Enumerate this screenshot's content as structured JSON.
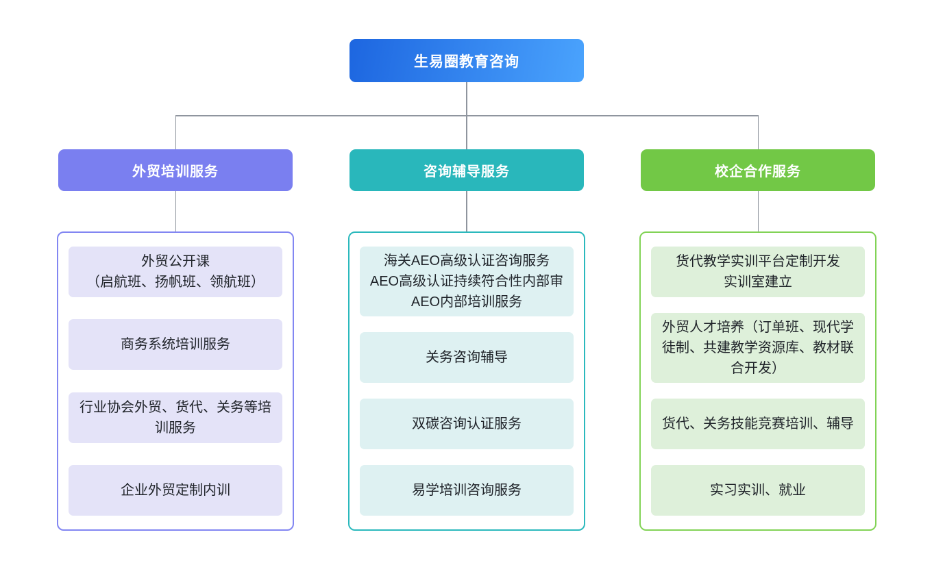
{
  "theme": {
    "background": "#ffffff",
    "connector": "#8f959e"
  },
  "root": {
    "label": "生易圈教育咨询",
    "colors": {
      "gradient_start": "#1d66e0",
      "gradient_end": "#4aa3fd"
    }
  },
  "branches": [
    {
      "label": "外贸培训服务",
      "colors": {
        "header": "#7a7ff0",
        "border": "#8286f2",
        "item_bg": "#e4e3f8"
      },
      "items": [
        {
          "lines": [
            "外贸公开课",
            "（启航班、扬帆班、领航班）"
          ]
        },
        {
          "lines": [
            "商务系统培训服务"
          ]
        },
        {
          "lines": [
            "行业协会外贸、货代、关务等培训服务"
          ]
        },
        {
          "lines": [
            "企业外贸定制内训"
          ]
        }
      ]
    },
    {
      "label": "咨询辅导服务",
      "colors": {
        "header": "#29b7bb",
        "border": "#2bb9bd",
        "item_bg": "#def1f2"
      },
      "items": [
        {
          "lines": [
            "海关AEO高级认证咨询服务",
            "AEO高级认证持续符合性内部审",
            "AEO内部培训服务"
          ]
        },
        {
          "lines": [
            "关务咨询辅导"
          ]
        },
        {
          "lines": [
            "双碳咨询认证服务"
          ]
        },
        {
          "lines": [
            "易学培训咨询服务"
          ]
        }
      ]
    },
    {
      "label": "校企合作服务",
      "colors": {
        "header": "#72c846",
        "border": "#82d356",
        "item_bg": "#def0da"
      },
      "items": [
        {
          "lines": [
            "货代教学实训平台定制开发",
            "实训室建立"
          ]
        },
        {
          "lines": [
            "外贸人才培养（订单班、现代学徒制、共建教学资源库、教材联合开发）"
          ]
        },
        {
          "lines": [
            "货代、关务技能竞赛培训、辅导"
          ]
        },
        {
          "lines": [
            "实习实训、就业"
          ]
        }
      ]
    }
  ]
}
